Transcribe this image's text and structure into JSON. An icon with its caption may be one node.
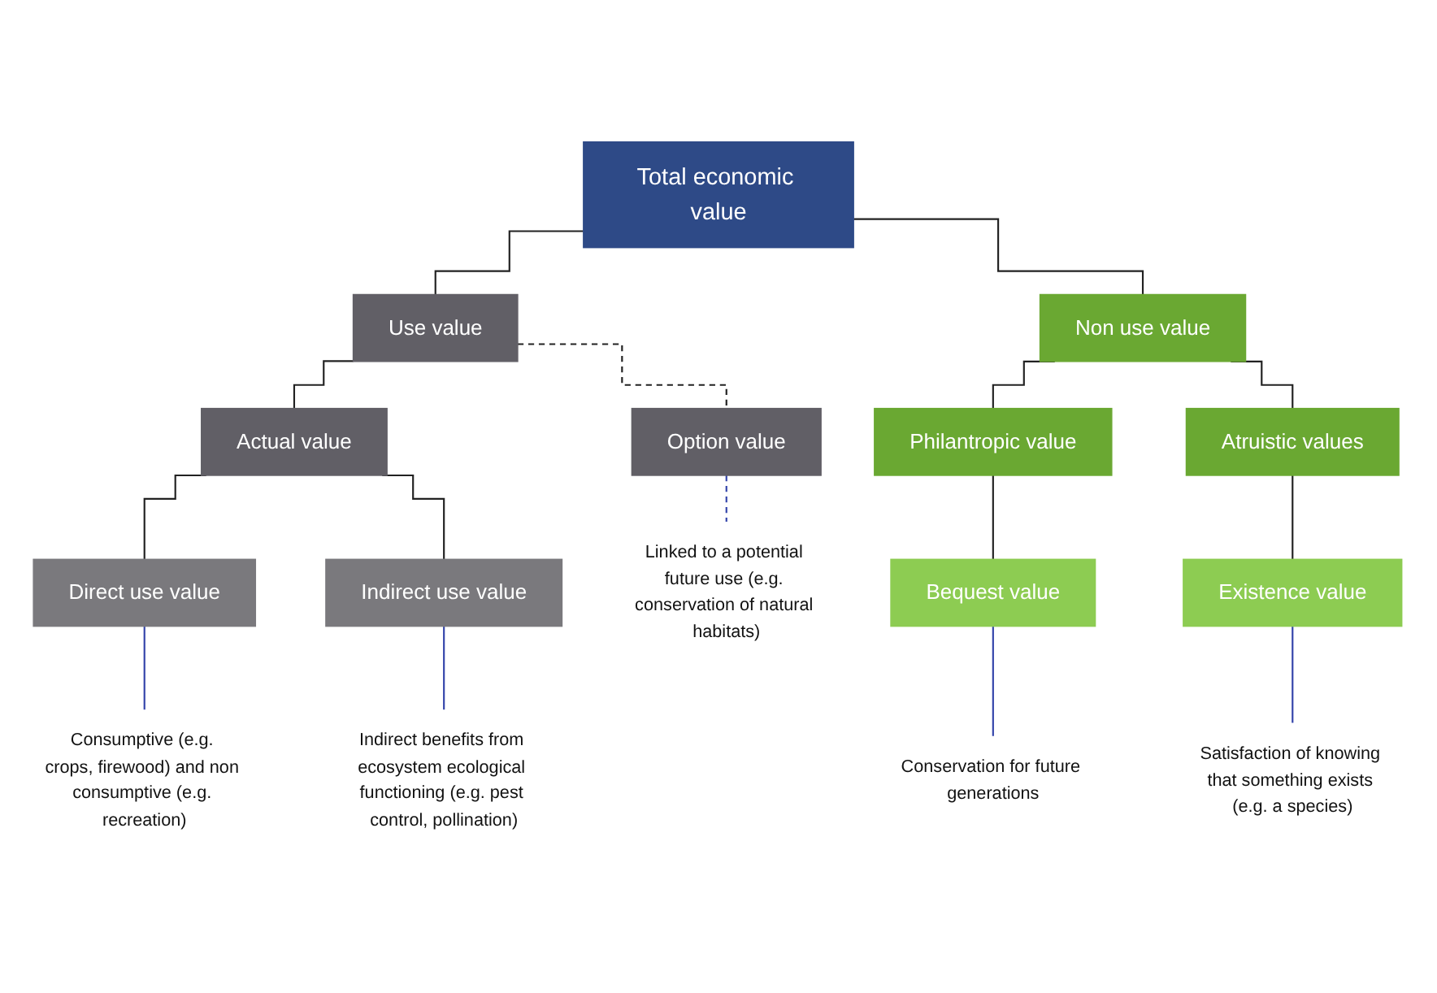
{
  "diagram": {
    "nodes": [
      {
        "text": [
          "Total economic value"
        ]
      },
      {
        "text": [
          "Use value"
        ]
      },
      {
        "text": [
          "Non use value"
        ]
      },
      {
        "text": [
          "Actual value"
        ]
      },
      {
        "text": [
          "Option value"
        ]
      },
      {
        "text": [
          "Philantropic value"
        ]
      },
      {
        "text": [
          "Atruistic values"
        ]
      },
      {
        "text": [
          "Direct use value"
        ]
      },
      {
        "text": [
          "Indirect use value"
        ]
      },
      {
        "text": [
          "Bequest value"
        ]
      },
      {
        "text": [
          "Existence value"
        ]
      },
      {
        "text": [
          "Consumptive (e.g. crops, firewood) and non consumptive (e.g. recreation)"
        ]
      },
      {
        "text": [
          "Indirect benefits from ecosystem ecological functioning (e.g. pest control, pollination)"
        ]
      },
      {
        "text": [
          "Linked to a potential future use (e.g. conservation of natural habitats)"
        ]
      },
      {
        "text": [
          "Conservation for future generations"
        ]
      },
      {
        "text": [
          "Satisfaction of knowing that something exists (e.g. a species)"
        ]
      }
    ],
    "edges": [
      {
        "from": 0,
        "to": 1,
        "arrow": "none"
      },
      {
        "from": 0,
        "to": 2,
        "arrow": "none"
      },
      {
        "from": 1,
        "to": 3,
        "arrow": "none"
      },
      {
        "from": 1,
        "to": 4,
        "arrow": "none",
        "style": "dashed"
      },
      {
        "from": 2,
        "to": 5,
        "arrow": "none"
      },
      {
        "from": 2,
        "to": 6,
        "arrow": "none"
      },
      {
        "from": 3,
        "to": 7,
        "arrow": "none"
      },
      {
        "from": 3,
        "to": 8,
        "arrow": "none"
      },
      {
        "from": 4,
        "to": 13,
        "arrow": "none",
        "style": "dashed",
        "color": "#3344aa"
      },
      {
        "from": 5,
        "to": 9,
        "arrow": "none"
      },
      {
        "from": 6,
        "to": 10,
        "arrow": "none"
      },
      {
        "from": 7,
        "to": 11,
        "arrow": "none",
        "color": "#3344aa"
      },
      {
        "from": 8,
        "to": 12,
        "arrow": "none",
        "color": "#3344aa"
      },
      {
        "from": 9,
        "to": 14,
        "arrow": "none",
        "color": "#3344aa"
      },
      {
        "from": 10,
        "to": 15,
        "arrow": "none",
        "color": "#3344aa"
      }
    ]
  }
}
